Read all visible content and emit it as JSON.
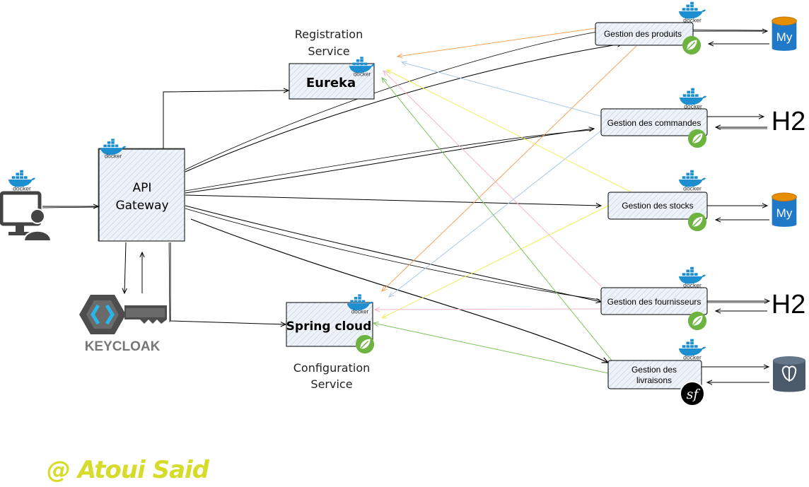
{
  "client": {
    "icon": "user-computer-icon",
    "badge": "docker"
  },
  "gateway": {
    "label_line1": "API",
    "label_line2": "Gateway",
    "badge": "docker"
  },
  "registry": {
    "caption_line1": "Registration",
    "caption_line2": "Service",
    "label": "Eureka",
    "badge": "docker"
  },
  "config": {
    "label": "Spring cloud",
    "caption_line1": "Configuration",
    "caption_line2": "Service",
    "badge": "docker"
  },
  "keycloak": {
    "label": "KEYCLOAK"
  },
  "services": [
    {
      "label": "Gestion des produits",
      "badge": "docker",
      "framework": "spring-icon",
      "db": "My",
      "db_icon": "mysql-icon"
    },
    {
      "label": "Gestion des commandes",
      "badge": "docker",
      "framework": "spring-icon",
      "db": "H2",
      "db_icon": "h2-icon"
    },
    {
      "label": "Gestion des stocks",
      "badge": "docker",
      "framework": "spring-icon",
      "db": "My",
      "db_icon": "mysql-icon"
    },
    {
      "label": "Gestion des fournisseurs",
      "badge": "docker",
      "framework": "spring-icon",
      "db": "H2",
      "db_icon": "h2-icon"
    },
    {
      "label_line1": "Gestion des",
      "label_line2": "livraisons",
      "badge": "docker",
      "framework": "symfony-icon",
      "framework_text": "sf",
      "db_icon": "postgresql-icon"
    }
  ],
  "watermark": "@ Atoui Said",
  "colors": {
    "box_fill": "#e8eef6",
    "hatch": "#b9c7da",
    "docker_blue": "#1d8fd1",
    "spring_green": "#6db33f",
    "mysql_blue": "#1f79c6",
    "mysql_orange": "#e48e00",
    "postgres_gray": "#4b5a6a",
    "keycloak_gray": "#4d4d4d",
    "keycloak_blue": "#28b5e8",
    "watermark": "#d6dc2a"
  }
}
